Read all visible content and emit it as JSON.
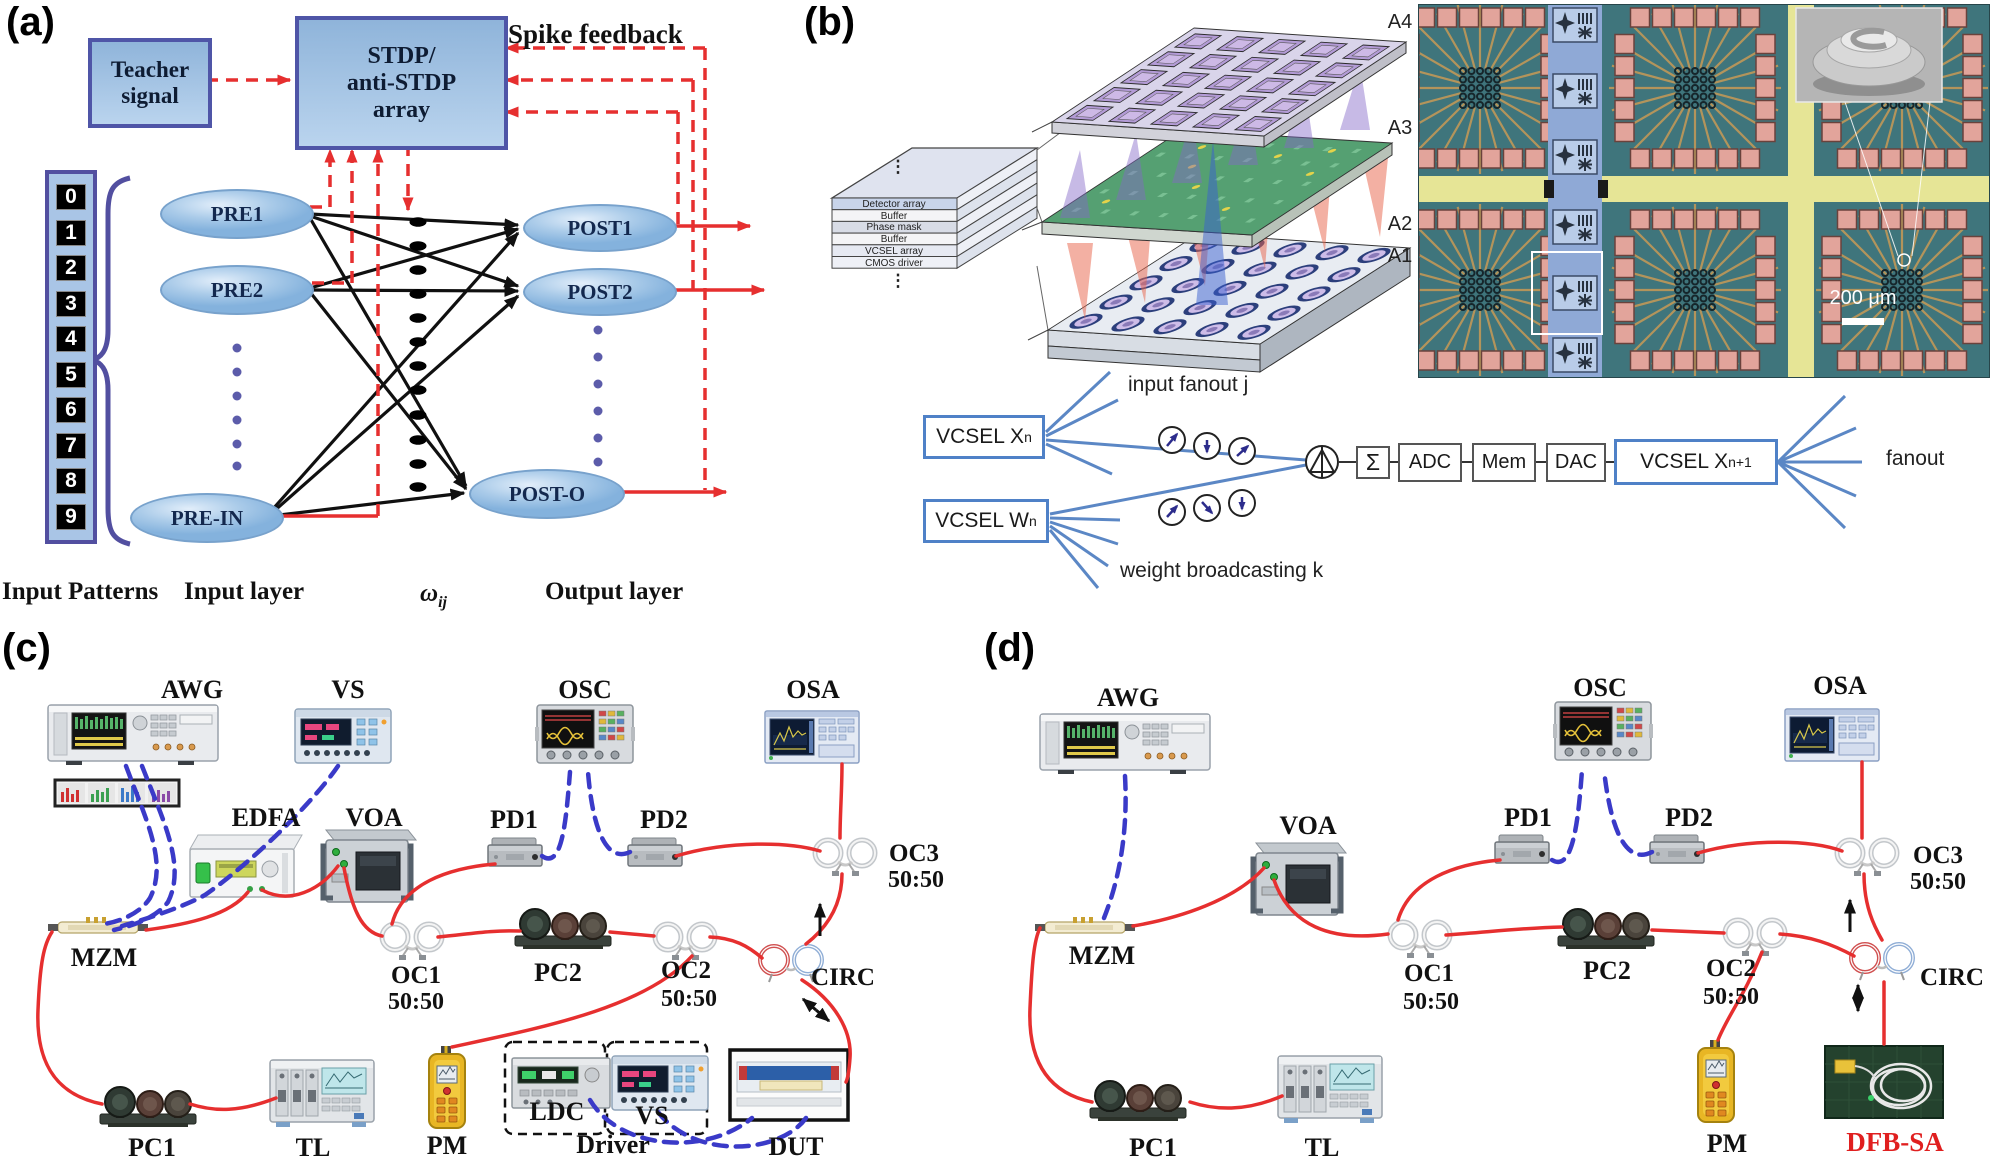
{
  "colors": {
    "fiber_red": "#e62f2f",
    "cable_blue": "#3a3ac8",
    "node_fill_blue": "#a9c5e6",
    "box_border_blue": "#4f55a7",
    "vcsel_box_border": "#4f81c7",
    "dfb_label_red": "#e01f1f",
    "chip_teal": "#3f757c",
    "chip_pad_pink": "#e2a49b",
    "chip_street_yellow": "#e6e596"
  },
  "a": {
    "panel_label": "(a)",
    "teacher": "Teacher\nsignal",
    "stdp": "STDP/\nanti-STDP\narray",
    "spike_feedback": "Spike feedback",
    "digits": [
      "0",
      "1",
      "2",
      "3",
      "4",
      "5",
      "6",
      "7",
      "8",
      "9"
    ],
    "pre": [
      "PRE1",
      "PRE2",
      "PRE-IN"
    ],
    "post": [
      "POST1",
      "POST2",
      "POST-O"
    ],
    "input_patterns": "Input Patterns",
    "input_layer": "Input layer",
    "omega": "ω",
    "omega_sub": "ij",
    "output_layer": "Output layer"
  },
  "b": {
    "panel_label": "(b)",
    "stack_layers": [
      "Detector array",
      "Buffer",
      "Phase mask",
      "Buffer",
      "VCSEL array",
      "CMOS driver"
    ],
    "plate_labels": [
      "A4",
      "A3",
      "A2",
      "A1"
    ],
    "dots": "⋮",
    "scale_bar": "200 μm",
    "input_fanout": "input fanout j",
    "weight_broadcasting": "weight broadcasting k",
    "vcsel_x": "VCSEL X",
    "vcsel_x_sup": "n",
    "vcsel_w": "VCSEL W",
    "vcsel_w_sup": "n",
    "sum": "Σ",
    "adc": "ADC",
    "mem": "Mem",
    "dac": "DAC",
    "vcsel_next": "VCSEL X",
    "vcsel_next_sup": "n+1",
    "fanout": "fanout"
  },
  "c": {
    "panel_label": "(c)",
    "awg": "AWG",
    "vs": "VS",
    "osc": "OSC",
    "osa": "OSA",
    "edfa": "EDFA",
    "voa": "VOA",
    "pd1": "PD1",
    "pd2": "PD2",
    "oc1": "OC1",
    "oc2": "OC2",
    "oc3": "OC3",
    "ratio": "50:50",
    "mzm": "MZM",
    "pc1": "PC1",
    "pc2": "PC2",
    "circ": "CIRC",
    "tl": "TL",
    "pm": "PM",
    "ldc": "LDC",
    "vs2": "VS",
    "driver": "Driver",
    "dut": "DUT"
  },
  "d": {
    "panel_label": "(d)",
    "awg": "AWG",
    "voa": "VOA",
    "osc": "OSC",
    "osa": "OSA",
    "pd1": "PD1",
    "pd2": "PD2",
    "oc1": "OC1",
    "oc2": "OC2",
    "oc3": "OC3",
    "ratio": "50:50",
    "mzm": "MZM",
    "pc1": "PC1",
    "pc2": "PC2",
    "circ": "CIRC",
    "tl": "TL",
    "pm": "PM",
    "dfb_sa": "DFB-SA"
  }
}
